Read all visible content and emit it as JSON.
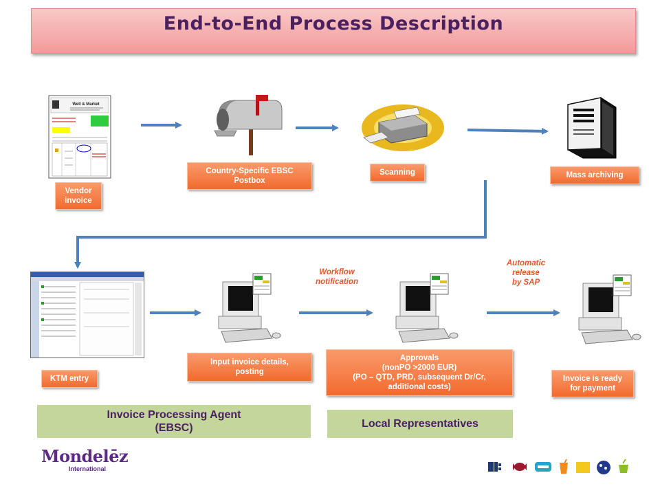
{
  "title": "End-to-End Process Description",
  "colors": {
    "label_orange": "#f26a2e",
    "arrow_blue": "#4f81bd",
    "title_purple": "#4a2060",
    "group_green": "#c3d69b",
    "note_orange": "#e4572e"
  },
  "top_row": {
    "vendor_invoice": "Vendor\ninvoice",
    "postbox": "Country-Specific  EBSC\nPostbox",
    "scanning": "Scanning",
    "mass_archiving": "Mass archiving"
  },
  "document": {
    "heading": "Well & Market"
  },
  "bottom_row": {
    "ktm_entry": "KTM entry",
    "input_invoice": "Input invoice details,\nposting",
    "approvals": "Approvals\n(nonPO >2000 EUR)\n(PO – QTD, PRD, subsequent  Dr/Cr,\nadditional costs)",
    "invoice_ready": "Invoice is ready\nfor payment",
    "workflow_note": "Workflow\nnotification",
    "release_note": "Automatic\nrelease\nby SAP"
  },
  "groups": {
    "agent": "Invoice Processing Agent\n(EBSC)",
    "local": "Local Representatives"
  },
  "logo": {
    "name": "Mondelēz",
    "sub": "International"
  },
  "icons": [
    "biscuit-icon",
    "candy-icon",
    "cheese-icon",
    "drink-icon",
    "gum-icon",
    "coffee-pack-icon",
    "cup-icon"
  ]
}
